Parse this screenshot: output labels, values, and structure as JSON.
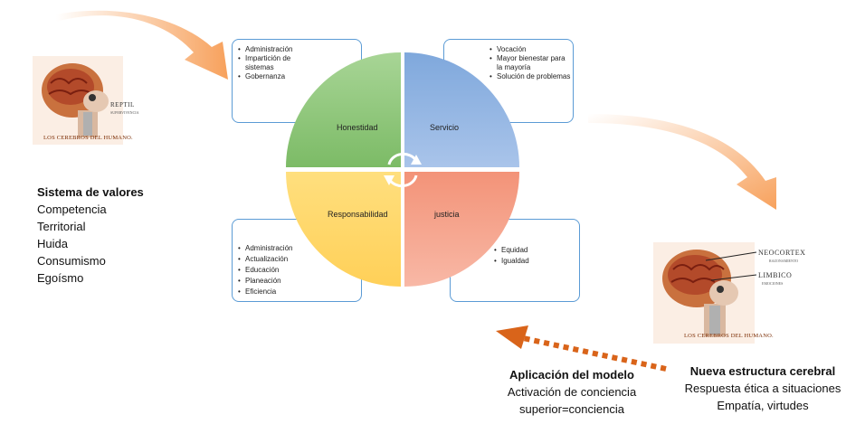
{
  "left_head": {
    "tag": "REPTIL",
    "tag_sub": "SUPERVIVENCIA",
    "caption": "LOS CEREBROS DEL HUMANO."
  },
  "right_head": {
    "tag1": "NEOCORTEX",
    "tag1_sub": "RAZONAMIENTO",
    "tag2": "LIMBICO",
    "tag2_sub": "EMOCIONES",
    "caption": "LOS CEREBROS DEL HUMANO."
  },
  "values_system": {
    "title": "Sistema de valores",
    "items": [
      "Competencia",
      "Territorial",
      "Huida",
      "Consumismo",
      "Egoísmo"
    ]
  },
  "quadrants": {
    "honestidad": {
      "label": "Honestidad",
      "bullets": [
        "Administración",
        "Impartición de sistemas",
        "Gobernanza"
      ]
    },
    "servicio": {
      "label": "Servicio",
      "bullets": [
        "Vocación",
        "Mayor bienestar para la mayoría",
        "Solución de problemas"
      ]
    },
    "responsabilidad": {
      "label": "Responsabilidad",
      "bullets": [
        "Administración",
        "Actualización",
        "Educación",
        "Planeación",
        "Eficiencia"
      ]
    },
    "justicia": {
      "label": "justicia",
      "bullets": [
        "Equidad",
        "Igualdad"
      ]
    }
  },
  "colors": {
    "green": "#8cc47a",
    "blue": "#8fb3e2",
    "yellow": "#ffd86b",
    "salmon": "#f4a08a",
    "box_border": "#5b9bd5",
    "arrow_orange": "#f7a15c",
    "dashed_arrow": "#d9641a"
  },
  "application": {
    "title": "Aplicación del modelo",
    "line1": "Activación de conciencia",
    "line2": "superior=conciencia"
  },
  "new_structure": {
    "title": "Nueva estructura cerebral",
    "line1": "Respuesta ética a situaciones",
    "line2": "Empatía, virtudes"
  }
}
